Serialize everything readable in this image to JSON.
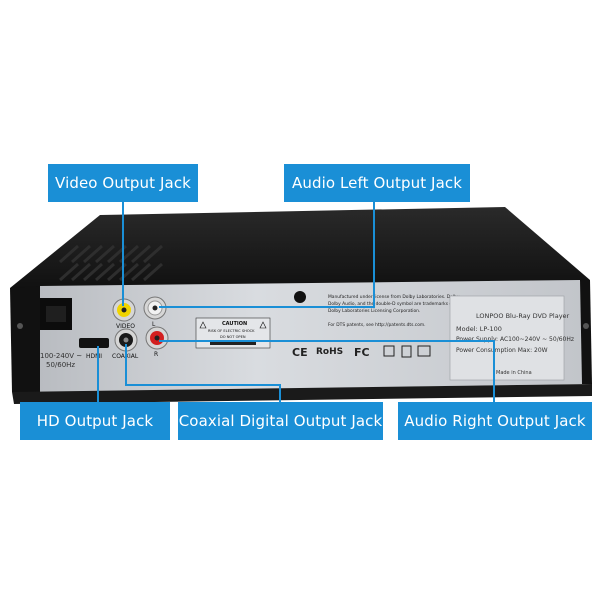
{
  "callouts": {
    "video": "Video Output Jack",
    "audio_left": "Audio Left Output Jack",
    "hd": "HD  Output Jack",
    "coaxial": "Coaxial Digital Output Jack",
    "audio_right": "Audio Right Output Jack"
  },
  "device": {
    "power_rating": [
      "100-240V ~",
      "50/60Hz"
    ],
    "port_labels": {
      "hdmi": "HDMI",
      "coaxial": "COAXIAL",
      "video": "VIDEO",
      "left": "L",
      "right": "R"
    },
    "caution": [
      "CAUTION",
      "RISK OF ELECTRIC SHOCK",
      "DO NOT OPEN"
    ],
    "license_text": [
      "Manufactured under license from Dolby Laboratories. Dolby,",
      "Dolby Audio, and the double-D symbol are trademarks of",
      "Dolby Laboratories Licensing Corporation.",
      "For DTS patents, see http://patents.dts.com."
    ],
    "certifications": [
      "CE",
      "RoHS",
      "FC"
    ],
    "label": {
      "brand_line": "LONPOO  Blu-Ray DVD Player",
      "model": "Model: LP-100",
      "supply": "Power Supply: AC100~240V ~ 50/60Hz",
      "consumption": "Power Consumption Max: 20W",
      "origin": "Made in China"
    }
  },
  "colors": {
    "callout_bg": "#1a8fd6",
    "leader_line": "#1a8fd6",
    "chassis": "#141414",
    "panel": "#c9ccd1"
  }
}
